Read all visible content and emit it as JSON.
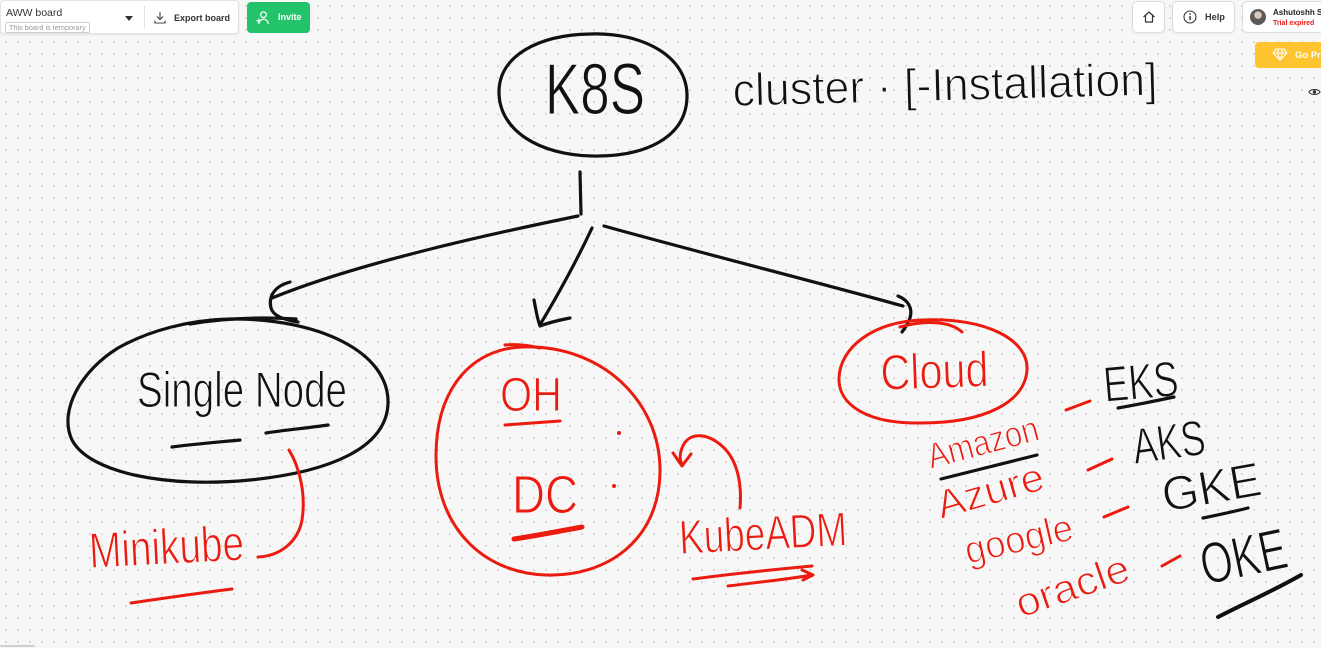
{
  "board": {
    "name": "AWW board",
    "temporary_notice": "This board is temporary"
  },
  "toolbar": {
    "export_label": "Export board",
    "invite_label": "Invite"
  },
  "header_right": {
    "help_label": "Help",
    "user_name": "Ashutoshh S",
    "user_status": "Trial expired",
    "go_pro_label": "Go Pr"
  },
  "icons": {
    "board_menu": "chevron-down-icon",
    "export": "download-icon",
    "invite": "user-plus-icon",
    "home": "home-icon",
    "help": "info-icon",
    "go_pro": "diamond-icon",
    "visibility": "eye-icon"
  },
  "colors": {
    "invite_green": "#22c36b",
    "go_pro_yellow": "#ffc530",
    "trial_red": "#e0201a",
    "ink_black": "#111111",
    "ink_red": "#ec1b0f",
    "canvas_background": "#f7f7f7"
  },
  "canvas": {
    "title": "K8S",
    "subtitle": "cluster · [-Installation]",
    "single_node": {
      "label": "Single Node",
      "tool": "Minikube"
    },
    "on_prem": {
      "line1": "OH",
      "line2": "DC",
      "tool": "KubeADM"
    },
    "cloud": {
      "label": "Cloud",
      "providers": [
        {
          "provider": "Amazon",
          "service": "EKS"
        },
        {
          "provider": "Azure",
          "service": "AKS"
        },
        {
          "provider": "google",
          "service": "GKE"
        },
        {
          "provider": "oracle",
          "service": "OKE"
        }
      ]
    }
  }
}
